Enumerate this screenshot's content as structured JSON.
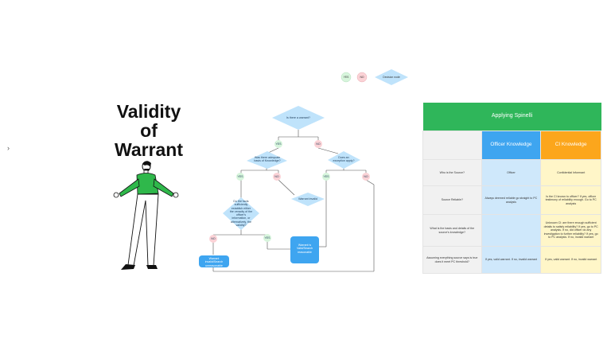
{
  "title": [
    "Validity",
    "of",
    "Warrant"
  ],
  "legend": {
    "yes": "YES",
    "no": "NO",
    "decision": "Decision node"
  },
  "flow": {
    "q_warrant": "Is there a warrant?",
    "q_basis": "Was there adequate basis of Knowledge?",
    "q_exception": "Does an exception apply?",
    "q_sufficient": "Do the facts sufficiently establish either the veracity of the officer's information, or alternatively, the validity?",
    "warrant_invalid": "Warrant invalid",
    "warrant_valid": "Warrant is Valid/Search reasonable",
    "warrant_invalid_unreasonable": "Warrant invalid/Search unreasonable",
    "yes": "YES",
    "no": "NO"
  },
  "table": {
    "title": "Applying Spinelli",
    "col_officer": "Officer Knowledge",
    "col_ci": "CI Knowledge",
    "rows": [
      {
        "q": "Who is the Source?",
        "officer": "Officer",
        "ci": "Confidential Informant"
      },
      {
        "q": "Source Reliable?",
        "officer": "Always deemed reliable go straight to PC analysis",
        "ci": "Is the CI known to officer? If yes, officer testimony of reliability enough. Go to PC analysis"
      },
      {
        "q": "What is the basis and details of the source's knowledge?",
        "officer": "",
        "ci": "Unknown CI: are there enough sufficient details to satisfy reliability? If yes, go to PC analysis. If no, did officer do any investigation to further reliability? If yes, go to PC analysis. If no, invalid warrant"
      },
      {
        "q": "Assuming everything source says is true does it meet PC threshold?",
        "officer": "If yes, valid warrant. If no, invalid warrant",
        "ci": "If yes, valid warrant. If no, invalid warrant"
      }
    ]
  },
  "colors": {
    "diamond": "#bfe3fb",
    "yes_fill": "#d7f5dc",
    "no_fill": "#fbd2d6",
    "green": "#2fb65a",
    "blue": "#3ea5f0",
    "orange": "#fca61c",
    "shirt": "#2fb84b"
  }
}
